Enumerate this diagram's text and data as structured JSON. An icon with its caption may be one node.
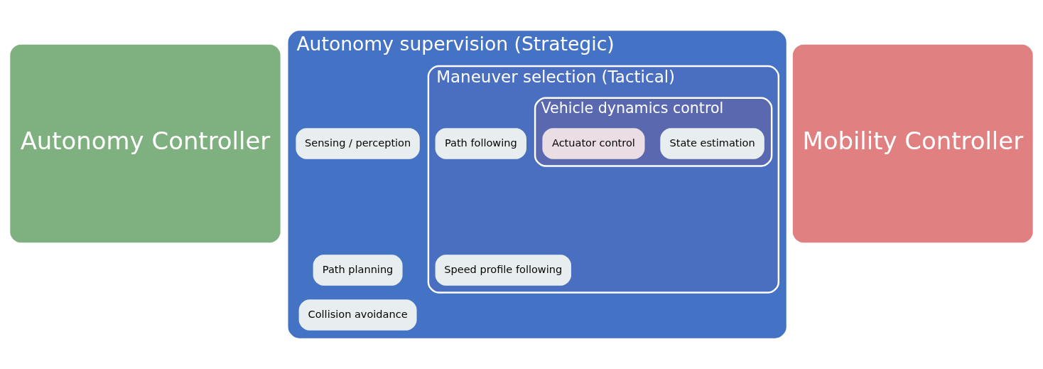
{
  "diagram": {
    "nodes": [
      {
        "text": [
          "Autonomy Controller"
        ]
      },
      {
        "text": [
          "Autonomy supervision (Strategic)"
        ]
      },
      {
        "text": [
          "Sensing / perception"
        ],
        "in": 1
      },
      {
        "text": [
          "Path planning"
        ],
        "in": 1
      },
      {
        "text": [
          "Collision avoidance"
        ],
        "in": 1
      },
      {
        "text": [
          "Maneuver selection (Tactical)"
        ],
        "in": 1
      },
      {
        "text": [
          "Path following"
        ],
        "in": 5
      },
      {
        "text": [
          "Speed profile following"
        ],
        "in": 5
      },
      {
        "text": [
          "Vehicle dynamics control"
        ],
        "in": 5
      },
      {
        "text": [
          "State estimation"
        ],
        "in": 8
      },
      {
        "text": [
          "Actuator control"
        ],
        "in": 8
      },
      {
        "text": [
          "Mobility Controller"
        ]
      }
    ],
    "edges": []
  }
}
